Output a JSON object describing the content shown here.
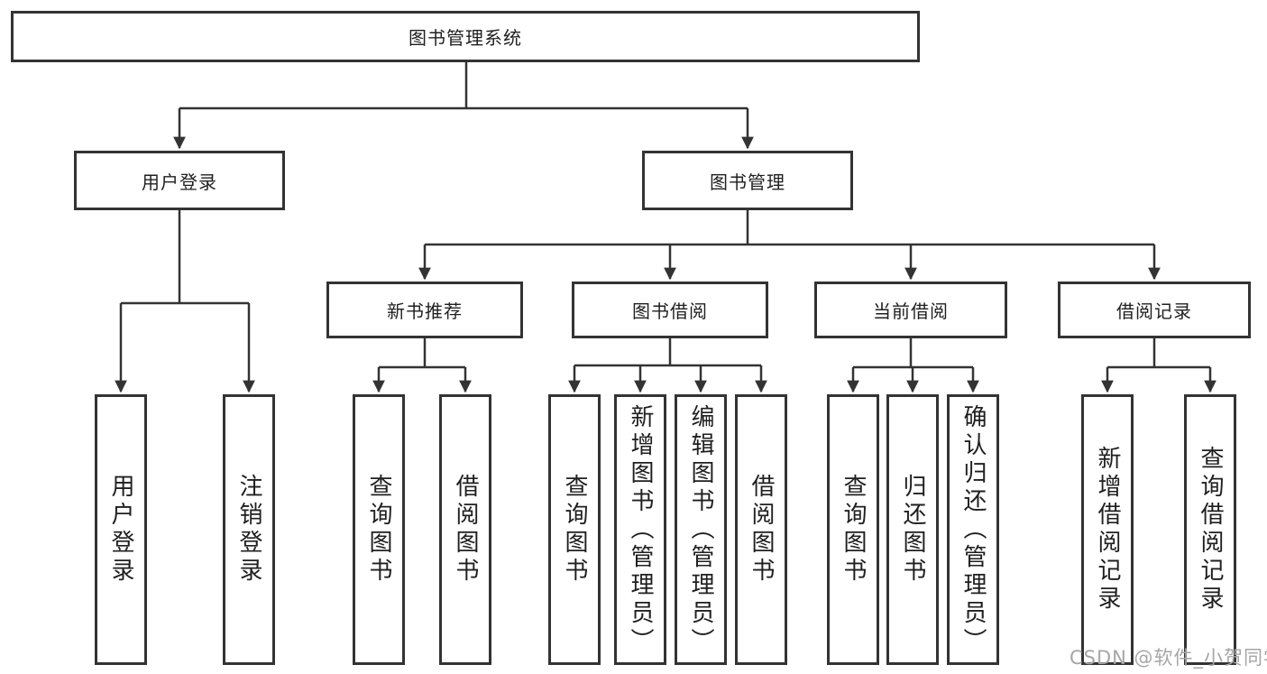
{
  "tree": {
    "root": {
      "label": "图书管理系统",
      "children": [
        {
          "label": "用户登录",
          "children": [
            {
              "label": "用户登录"
            },
            {
              "label": "注销登录"
            }
          ]
        },
        {
          "label": "图书管理",
          "children": [
            {
              "label": "新书推荐",
              "children": [
                {
                  "label": "查询图书"
                },
                {
                  "label": "借阅图书"
                }
              ]
            },
            {
              "label": "图书借阅",
              "children": [
                {
                  "label": "查询图书"
                },
                {
                  "label": "新增图书（管理员）"
                },
                {
                  "label": "编辑图书（管理员）"
                },
                {
                  "label": "借阅图书"
                }
              ]
            },
            {
              "label": "当前借阅",
              "children": [
                {
                  "label": "查询图书"
                },
                {
                  "label": "归还图书"
                },
                {
                  "label": "确认归还（管理员）"
                }
              ]
            },
            {
              "label": "借阅记录",
              "children": [
                {
                  "label": "新增借阅记录"
                },
                {
                  "label": "查询借阅记录"
                }
              ]
            }
          ]
        }
      ]
    }
  },
  "watermark": {
    "text": "CSDN @软件_小贺同学"
  },
  "colors": {
    "line": "#333333",
    "text": "#1f1f1f",
    "watermark": "#a6a6a6",
    "background": "#ffffff"
  }
}
